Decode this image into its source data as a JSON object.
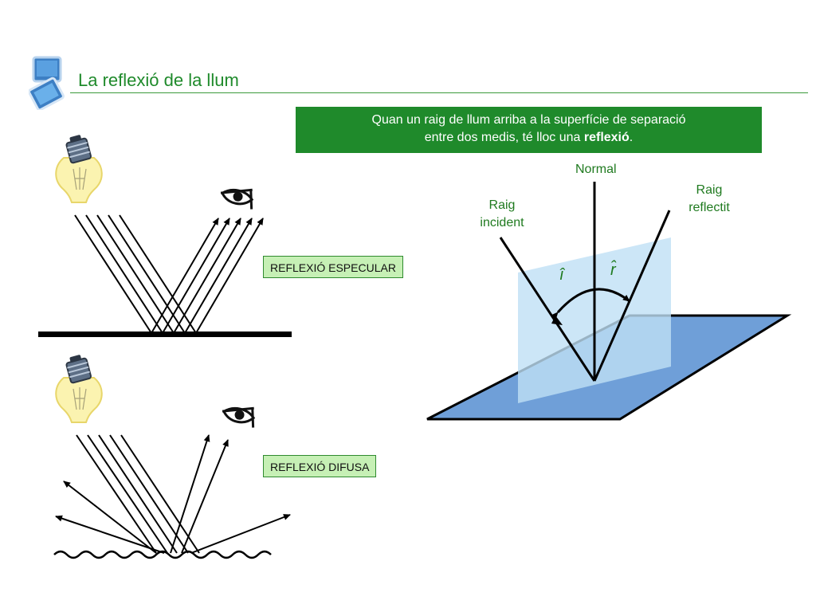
{
  "slide": {
    "title": "La reflexió de la llum"
  },
  "intro": {
    "line1": "Quan un raig de llum arriba a la superfície de separació",
    "line2_prefix": "entre dos medis, té lloc una ",
    "line2_bold": "reflexió",
    "line2_suffix": "."
  },
  "labels": {
    "specular": "REFLEXIÓ ESPECULAR",
    "diffuse": "REFLEXIÓ DIFUSA",
    "normal": "Normal",
    "incident_line1": "Raig",
    "incident_line2": "incident",
    "reflected_line1": "Raig",
    "reflected_line2": "reflectit",
    "angle_incidence": "î",
    "angle_reflection": "r̂"
  },
  "colors": {
    "brand_green": "#1f8a2b",
    "tag_fill": "#c6f0b5",
    "plane_blue": "#6f9fd8",
    "normal_plane": "#bfe0f5"
  }
}
